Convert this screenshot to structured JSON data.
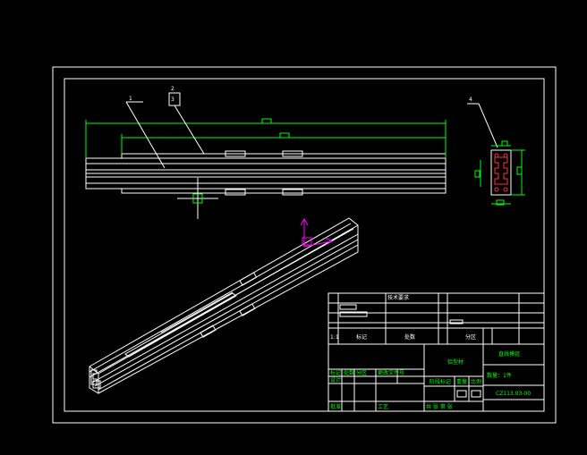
{
  "drawing": {
    "title_block": {
      "header_labels": [
        "标记",
        "处数",
        "分区",
        "更改文件号",
        "签名",
        "年月日"
      ],
      "row_labels": [
        "设计",
        "审核",
        "工艺",
        "标准化",
        "批准"
      ],
      "col_labels": [
        "标记",
        "处数",
        "分区"
      ],
      "material": "铝型材",
      "part_name": "直线模组",
      "drawing_no": "CZ113.03-00",
      "stage_labels": [
        "阶段标记",
        "重量",
        "比例"
      ],
      "sheet_info": "共 张  第 张",
      "qty_note": "数量：1件",
      "tech_note": "技术要求"
    },
    "balloons": [
      "1",
      "2",
      "3",
      "4"
    ],
    "scale_label": "1:1"
  }
}
